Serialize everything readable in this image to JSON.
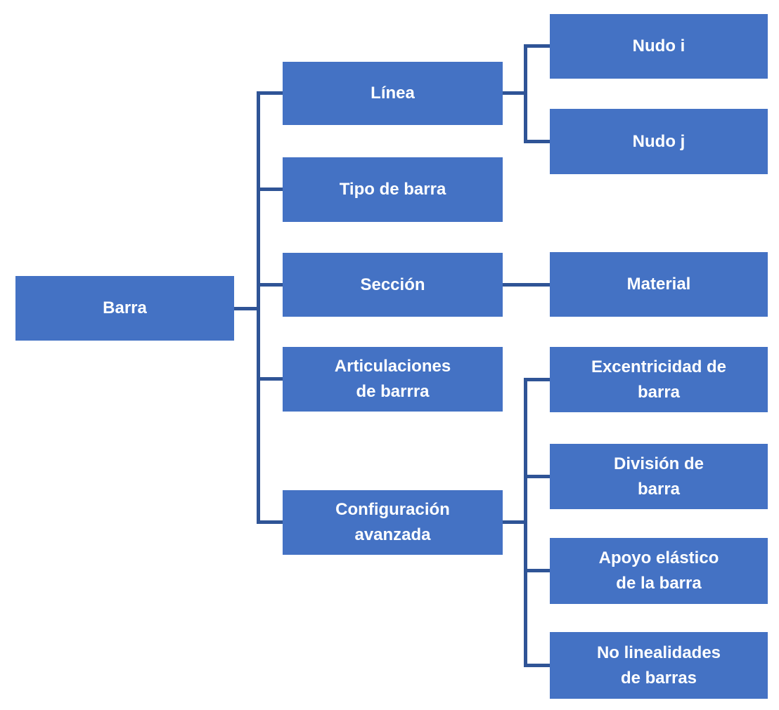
{
  "colors": {
    "node_fill": "#4472C4",
    "connector": "#2F5496",
    "node_text": "#FFFFFF",
    "background": "#FFFFFF"
  },
  "nodes": {
    "barra": {
      "label": "Barra"
    },
    "linea": {
      "label": "Línea"
    },
    "tipo_de_barra": {
      "label": "Tipo de barra"
    },
    "seccion": {
      "label": "Sección"
    },
    "articulaciones_de_barra": {
      "label": "Articulaciones\nde barrra"
    },
    "configuracion_avanzada": {
      "label": "Configuración\navanzada"
    },
    "nudo_i": {
      "label": "Nudo i"
    },
    "nudo_j": {
      "label": "Nudo j"
    },
    "material": {
      "label": "Material"
    },
    "excentricidad_de_barra": {
      "label": "Excentricidad de\nbarra"
    },
    "division_de_barra": {
      "label": "División de\nbarra"
    },
    "apoyo_elastico_de_la_barra": {
      "label": "Apoyo elástico\nde la barra"
    },
    "no_linealidades_de_barras": {
      "label": "No linealidades\nde barras"
    }
  },
  "hierarchy": {
    "root": "Barra",
    "children": [
      {
        "label": "Línea",
        "children": [
          "Nudo i",
          "Nudo j"
        ]
      },
      {
        "label": "Tipo de barra",
        "children": []
      },
      {
        "label": "Sección",
        "children": [
          "Material"
        ]
      },
      {
        "label": "Articulaciones de barrra",
        "children": []
      },
      {
        "label": "Configuración avanzada",
        "children": [
          "Excentricidad de barra",
          "División de barra",
          "Apoyo elástico de la barra",
          "No linealidades de barras"
        ]
      }
    ]
  }
}
